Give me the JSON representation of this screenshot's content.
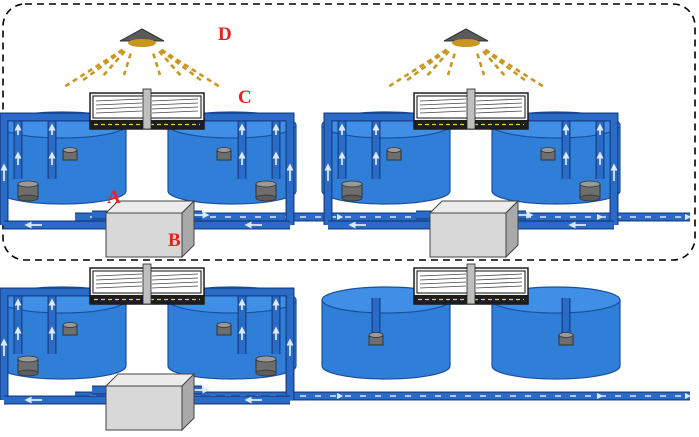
{
  "labels": {
    "tank": "A",
    "pump": "B",
    "filter": "C",
    "lamp": "D"
  },
  "colors": {
    "tank_body": "#2f7fd9",
    "tank_top": "#3f8fe6",
    "tank_edge": "#1b4f9e",
    "pipe": "#2a6bc7",
    "pipe_edge": "#173f86",
    "flow_arrow": "#dbe8f7",
    "label": "#e8231f",
    "lamp": "#c9961f",
    "pump_box": "#d8d8d8",
    "enclosure_dash": "#000000"
  },
  "icons": {
    "lamp": "hanging-lamp-icon",
    "filter": "filter-unit-icon",
    "pump": "pump-box-icon",
    "aerator": "air-stone-icon"
  }
}
